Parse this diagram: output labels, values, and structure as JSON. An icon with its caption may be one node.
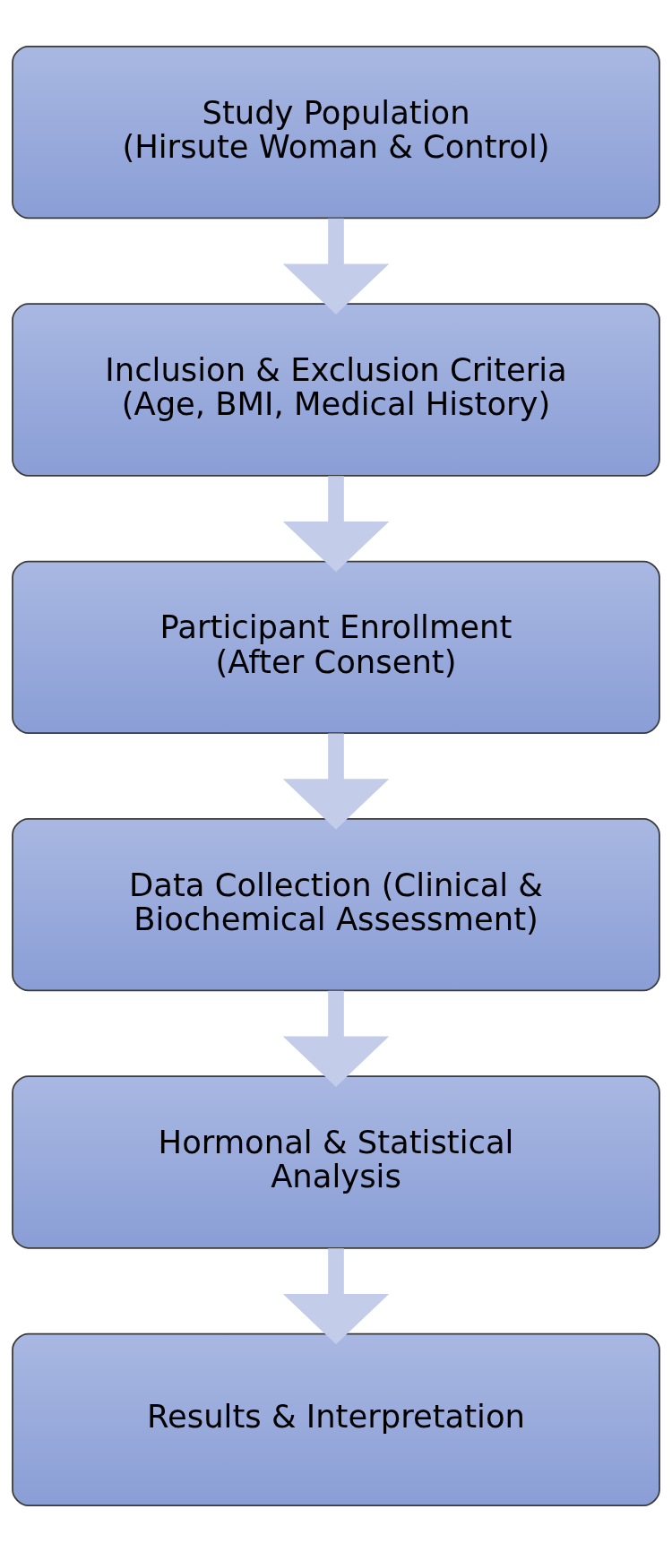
{
  "diagram": {
    "nodes": [
      {
        "text": [
          "Study Population",
          "(Hirsute Woman & Control)"
        ]
      },
      {
        "text": [
          "Inclusion & Exclusion Criteria",
          "(Age, BMI, Medical History)"
        ]
      },
      {
        "text": [
          "Participant Enrollment",
          "(After Consent)"
        ]
      },
      {
        "text": [
          "Data Collection (Clinical & Biochemical Assessment)"
        ]
      },
      {
        "text": [
          "Hormonal & Statistical Analysis"
        ]
      },
      {
        "text": [
          "Results & Interpretation"
        ]
      }
    ],
    "edges": [
      {
        "from": 0,
        "to": 1,
        "arrow": "to"
      },
      {
        "from": 1,
        "to": 2,
        "arrow": "to"
      },
      {
        "from": 2,
        "to": 3,
        "arrow": "to"
      },
      {
        "from": 3,
        "to": 4,
        "arrow": "to"
      },
      {
        "from": 4,
        "to": 5,
        "arrow": "to"
      }
    ]
  }
}
